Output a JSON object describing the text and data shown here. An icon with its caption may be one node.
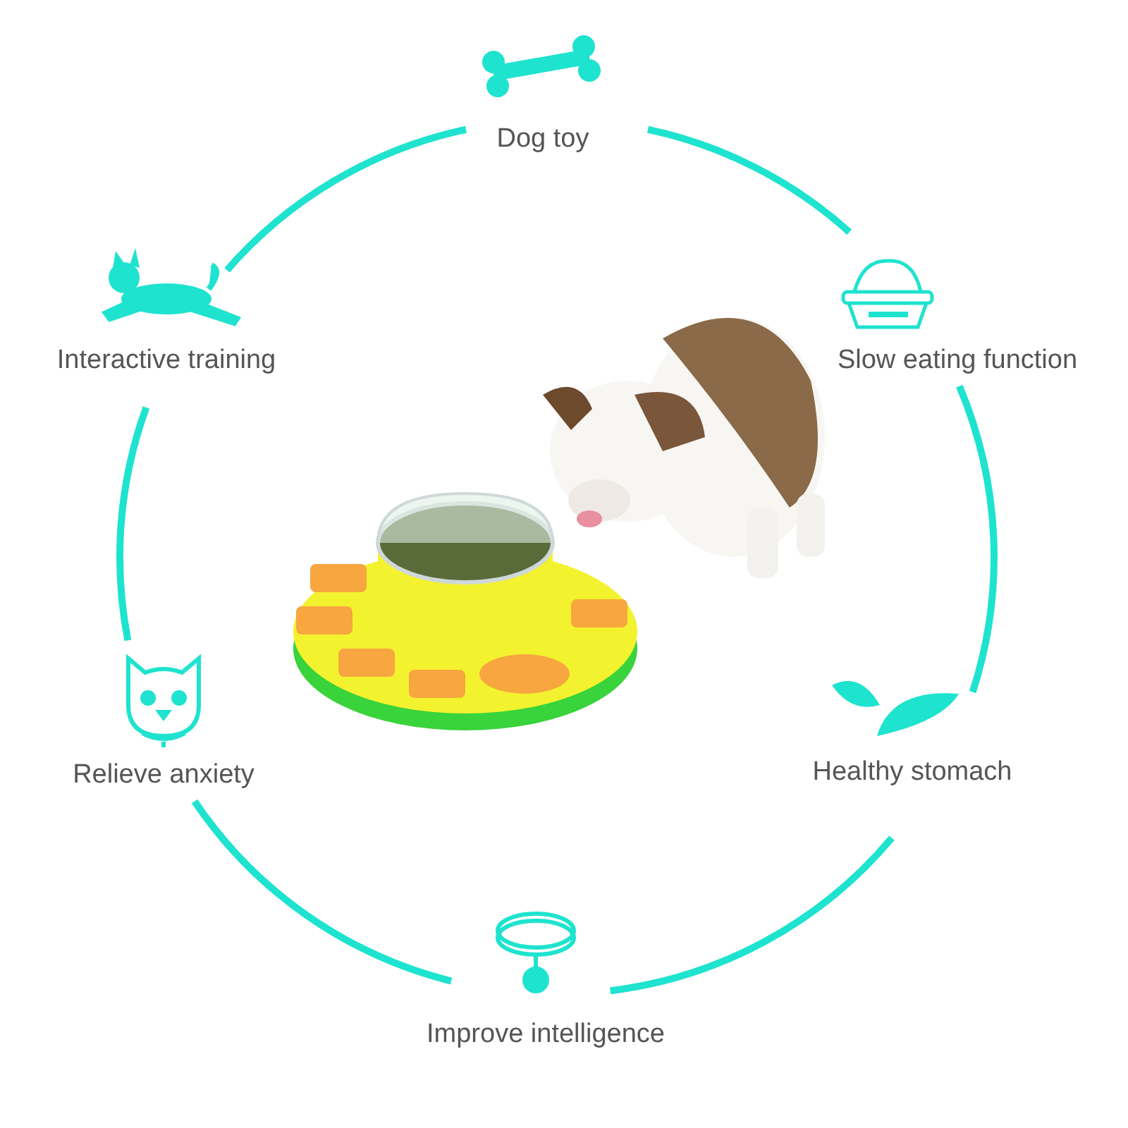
{
  "diagram": {
    "labels": [
      "Dog toy",
      "Interactive training",
      "Slow eating function",
      "Relieve anxiety",
      "Healthy stomach",
      "Improve intelligence"
    ]
  }
}
